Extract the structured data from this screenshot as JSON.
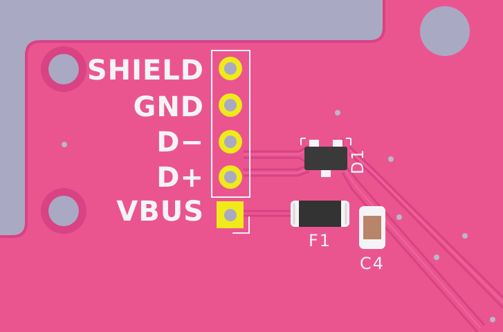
{
  "colors": {
    "board": "#ea5590",
    "board_dark": "#d94283",
    "cutout": "#a9a9c4",
    "silkscreen": "#f4f4f6",
    "pad": "#f1ea1b",
    "trace": "#e24b8a"
  },
  "connector": {
    "pins": [
      {
        "label": "SHIELD"
      },
      {
        "label": "GND"
      },
      {
        "label": "D−"
      },
      {
        "label": "D+"
      },
      {
        "label": "VBUS"
      }
    ]
  },
  "components": {
    "d1": {
      "ref": "D1"
    },
    "f1": {
      "ref": "F1"
    },
    "c4": {
      "ref": "C4"
    }
  }
}
